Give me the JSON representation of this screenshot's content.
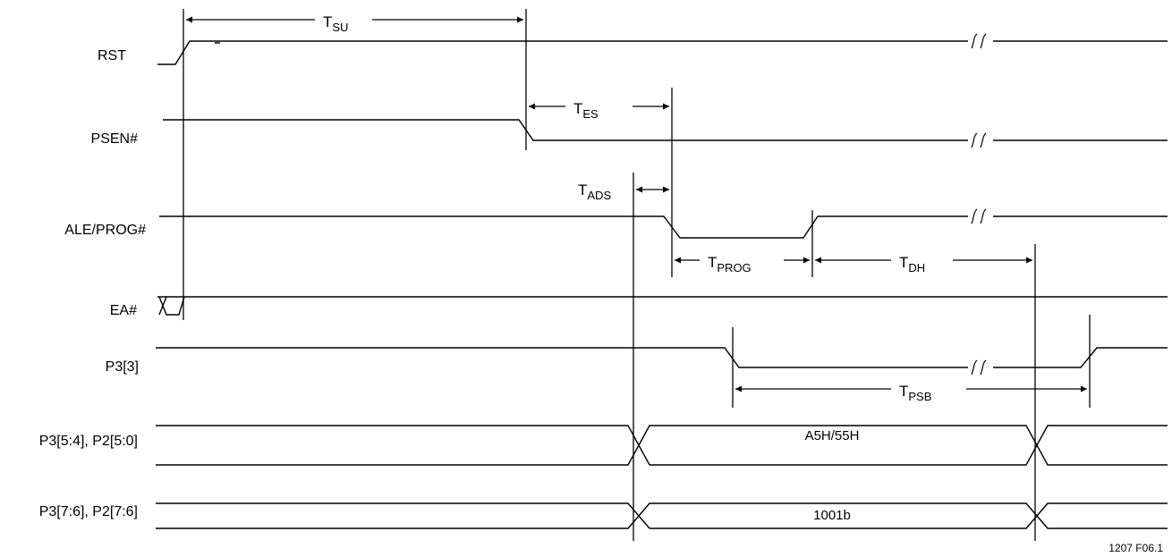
{
  "signals": {
    "rst": "RST",
    "psen": "PSEN#",
    "ale": "ALE/PROG#",
    "ea": "EA#",
    "p33": "P3[3]",
    "p354": "P3[5:4], P2[5:0]",
    "p376": "P3[7:6], P2[7:6]"
  },
  "timings": {
    "tsu": {
      "main": "T",
      "sub": "SU"
    },
    "tes": {
      "main": "T",
      "sub": "ES"
    },
    "tads": {
      "main": "T",
      "sub": "ADS"
    },
    "tprog": {
      "main": "T",
      "sub": "PROG"
    },
    "tdh": {
      "main": "T",
      "sub": "DH"
    },
    "tpsb": {
      "main": "T",
      "sub": "PSB"
    }
  },
  "bus_values": {
    "data": "A5H/55H",
    "mode": "1001b"
  },
  "figure_id": "1207 F06.1"
}
